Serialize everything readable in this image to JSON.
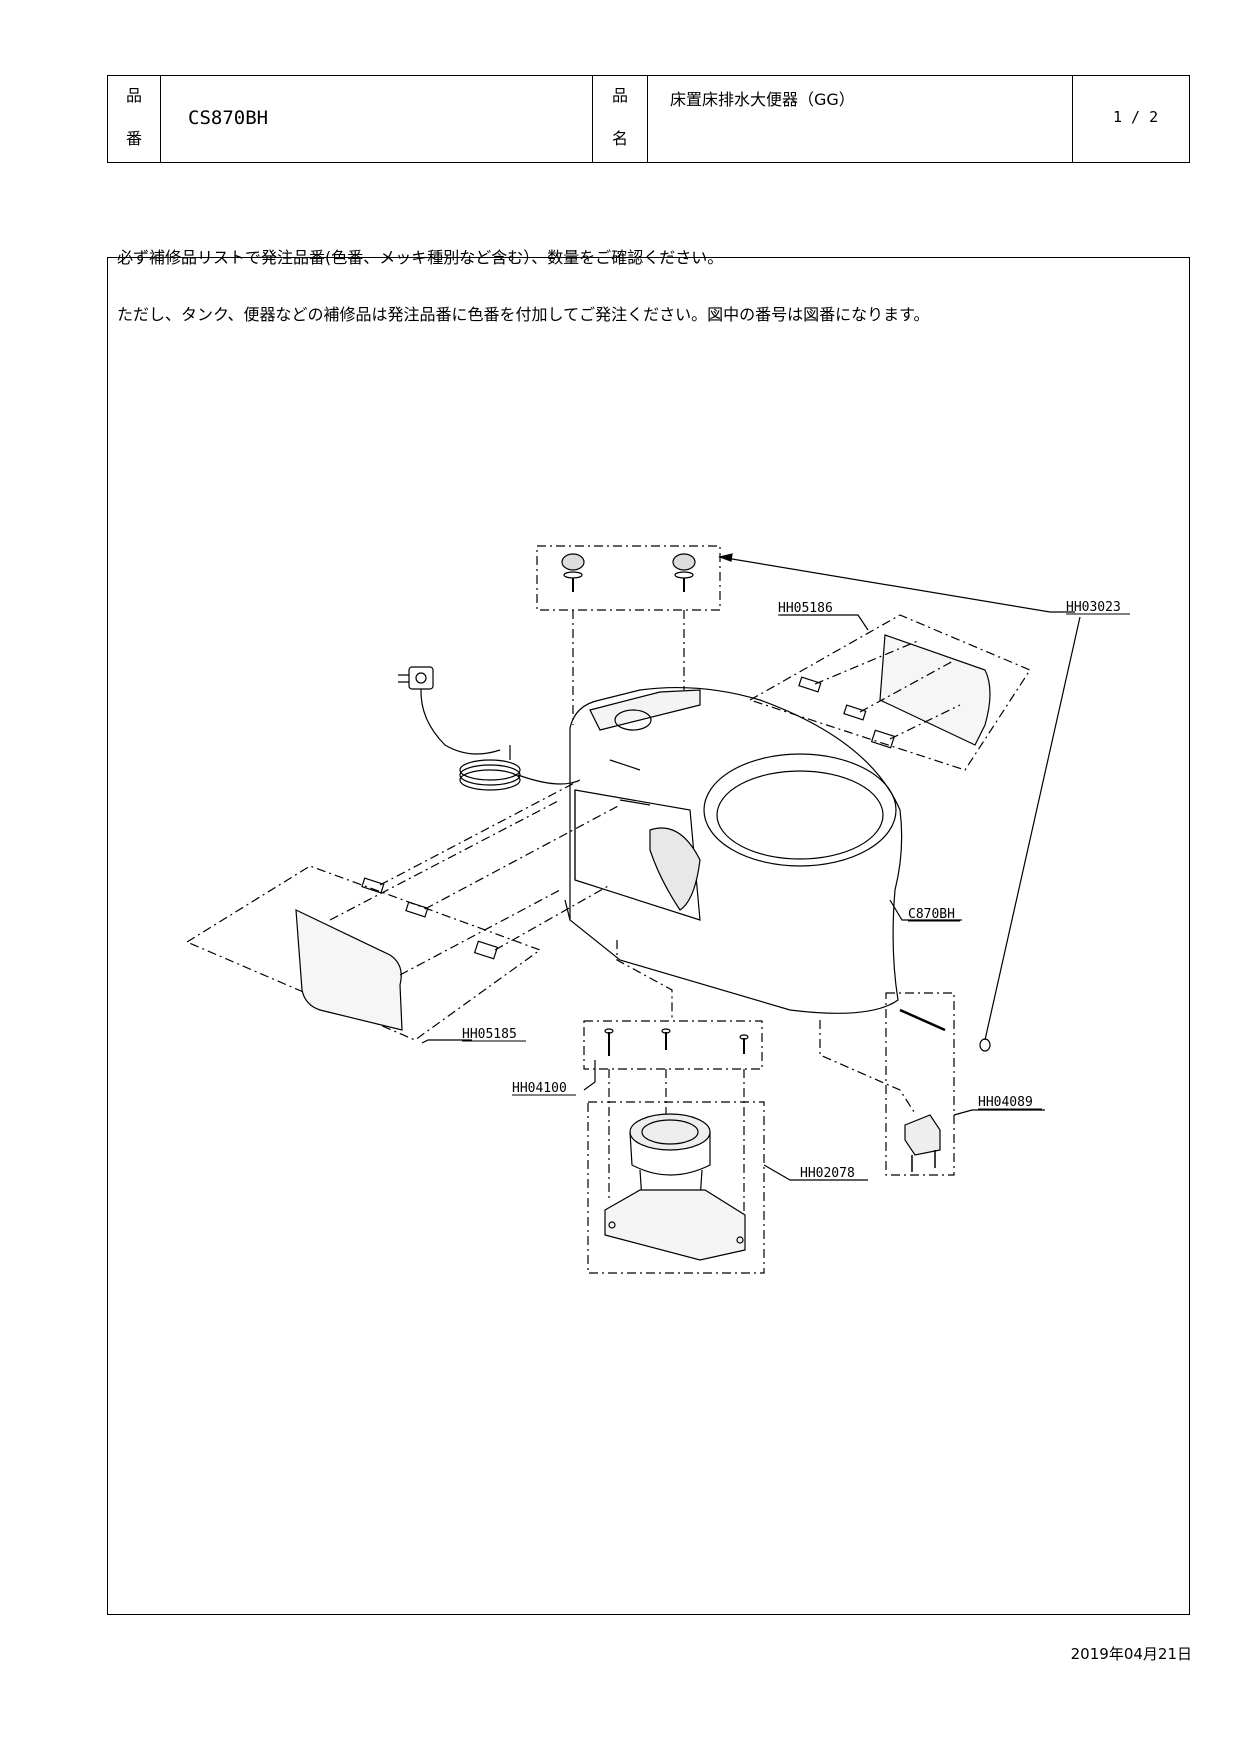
{
  "header": {
    "hinban_label_1": "品",
    "hinban_label_2": "番",
    "product_code": "CS870BH",
    "hinmei_label_1": "品",
    "hinmei_label_2": "名",
    "product_name": "床置床排水大便器（GG）",
    "page": "1 / 2"
  },
  "notes": {
    "line1": "必ず補修品リストで発注品番(色番、メッキ種別など含む）、数量をご確認ください。",
    "line2": "ただし、タンク、便器などの補修品は発注品番に色番を付加してご発注ください。図中の番号は図番になります。"
  },
  "labels": {
    "hh03023": "HH03023",
    "hh05186": "HH05186",
    "c870bh": "C870BH",
    "hh05185": "HH05185",
    "hh04100": "HH04100",
    "hh04089": "HH04089",
    "hh02078": "HH02078"
  },
  "footer": {
    "date": "2019年04月21日"
  }
}
